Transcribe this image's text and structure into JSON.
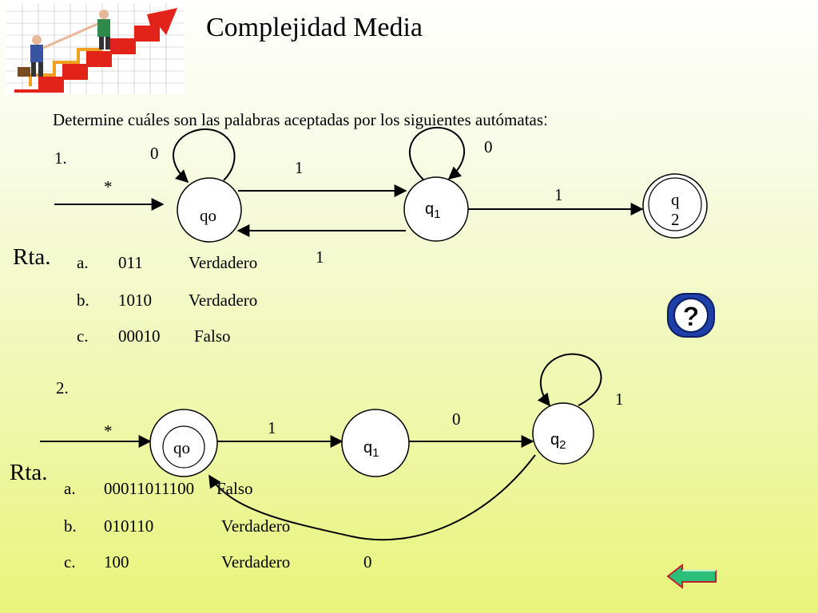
{
  "title": "Complejidad Media",
  "prompt": "Determine cuáles son las palabras aceptadas por los  siguientes autómatas",
  "prompt_colon": ":",
  "automaton1": {
    "number": "1.",
    "start_marker": "*",
    "states": {
      "q0": "qo",
      "q1": "q1",
      "q2_line1": "q",
      "q2_line2": "2"
    },
    "labels": {
      "loop_q0": "0",
      "q0_to_q1": "1",
      "q1_to_q0": "1",
      "loop_q1": "0",
      "q1_to_q2": "1"
    },
    "answer_label": "Rta.",
    "answers": [
      {
        "letter": "a.",
        "word": "011",
        "result": "Verdadero"
      },
      {
        "letter": "b.",
        "word": "1010",
        "result": "Verdadero"
      },
      {
        "letter": "c.",
        "word": "00010",
        "result": "Falso"
      }
    ]
  },
  "automaton2": {
    "number": "2.",
    "start_marker": "*",
    "states": {
      "q0": "qo",
      "q1": "q1",
      "q2": "q2"
    },
    "labels": {
      "q0_to_q1": "1",
      "q1_to_q2": "0",
      "loop_q2": "1",
      "q2_to_q0": "0"
    },
    "answer_label": "Rta.",
    "answers": [
      {
        "letter": "a.",
        "word": "00011011100",
        "result": "Falso"
      },
      {
        "letter": "b.",
        "word": "010110",
        "result": "Verdadero"
      },
      {
        "letter": "c.",
        "word": "100",
        "result": "Verdadero"
      }
    ]
  },
  "icons": {
    "logo": "clipart-climbing-arrow",
    "help": "question-mark-icon",
    "back": "left-arrow-icon"
  },
  "colors": {
    "help_blue": "#1f3fa8",
    "back_green": "#2bbf7a",
    "arrow_red": "#e2231a"
  }
}
